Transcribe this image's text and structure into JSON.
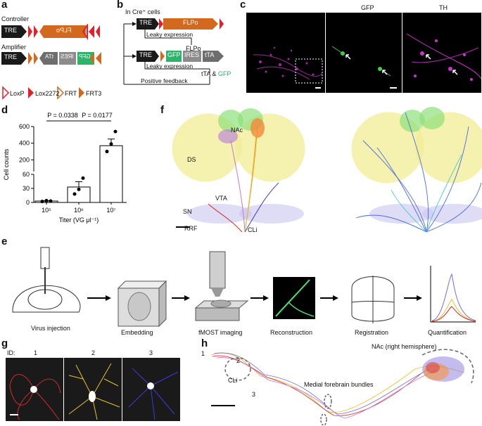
{
  "panels": {
    "a": {
      "letter": "a",
      "controller": "Controller",
      "amplifier": "Amplifier",
      "tre": "TRE",
      "flpo": "FLPo",
      "gfp": "GFP",
      "ires": "IRES",
      "tta": "tTA",
      "loxp": "LoxP",
      "lox2272": "Lox2272",
      "frt": "FRT",
      "frt3": "FRT3"
    },
    "b": {
      "letter": "b",
      "cre_cells": "In Cre⁺ cells",
      "tre": "TRE",
      "flpo": "FLPo",
      "gfp": "GFP",
      "ires": "IRES",
      "tta": "tTA",
      "leaky1": "Leaky expression",
      "flpo_out": "FLPo",
      "leaky2": "Leaky expression",
      "tta_gfp_prefix": "tTA & ",
      "tta_gfp_suffix": "GFP",
      "feedback": "Positive feedback"
    },
    "c": {
      "letter": "c",
      "gfp": "GFP",
      "th": "TH"
    },
    "d": {
      "letter": "d"
    },
    "e": {
      "letter": "e",
      "steps": [
        "Virus injection",
        "Embedding",
        "fMOST imaging",
        "Reconstruction",
        "Registration",
        "Quantification"
      ]
    },
    "f": {
      "letter": "f",
      "regions": [
        "NAc",
        "DS",
        "VTA",
        "SN",
        "RRF",
        "CLi"
      ]
    },
    "g": {
      "letter": "g",
      "id_label": "ID:",
      "ids": [
        "1",
        "2",
        "3"
      ]
    },
    "h": {
      "letter": "h",
      "nac": "NAc (right hemisphere)",
      "mfb": "Medial forebrain bundles",
      "cli": "CLi",
      "nums": [
        "1",
        "2",
        "3"
      ]
    }
  },
  "colors": {
    "tre": "#1a1a1a",
    "flpo": "#d2691e",
    "gfp": "#2eb36b",
    "ires": "#8c8c8c",
    "tta": "#6e6e6e",
    "lox": "#e0202b",
    "frt": "#d2691e",
    "magenta": "#cc33cc",
    "green": "#3ecf4a",
    "neuron1": "#d12a2a",
    "neuron2": "#e6c229",
    "neuron3": "#3b3bd6"
  },
  "chart_data": {
    "type": "bar",
    "categories": [
      "10^5",
      "10^6",
      "10^7"
    ],
    "values": [
      3,
      33,
      370
    ],
    "points": [
      [
        2,
        4,
        3
      ],
      [
        18,
        28,
        52
      ],
      [
        300,
        390,
        540
      ]
    ],
    "ylabel": "Cell counts",
    "xlabel": "Titer (VG μl⁻¹)",
    "broken_axis": {
      "lower": [
        0,
        60
      ],
      "upper": [
        60,
        600
      ]
    },
    "lower_ticks": [
      "0",
      "30",
      "60"
    ],
    "upper_ticks": [
      "200",
      "400",
      "600"
    ],
    "xticks": [
      "10⁵",
      "10⁶",
      "10⁷"
    ],
    "annotations": [
      "P = 0.0338",
      "P = 0.0177"
    ]
  }
}
